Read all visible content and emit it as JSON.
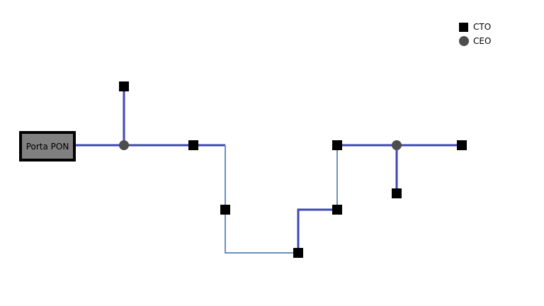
{
  "diagram": {
    "port_label": "Porta PON",
    "colors": {
      "main_cable": "#3f48b5",
      "branch_cable": "#6d8fbf",
      "cto": "#000000",
      "ceo": "#4d4d4d",
      "port_fill": "#808080"
    },
    "node_types": {
      "cto": "square",
      "ceo": "circle"
    }
  },
  "legend": {
    "cto_label": "CTO",
    "ceo_label": "CEO"
  }
}
